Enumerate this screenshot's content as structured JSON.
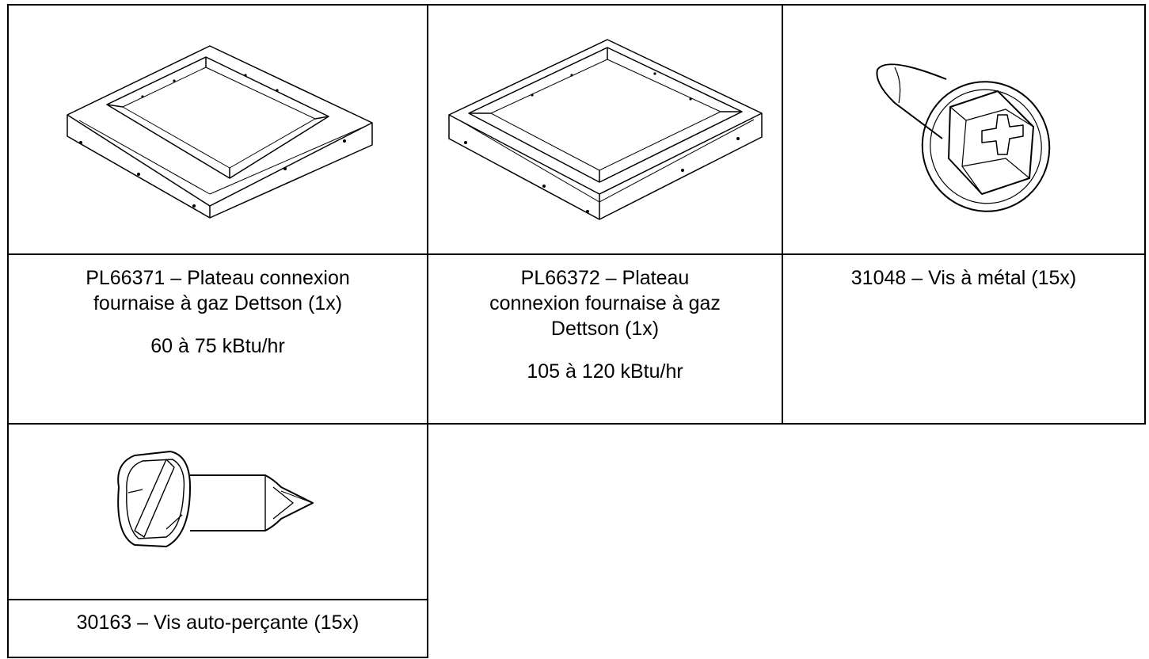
{
  "parts": [
    {
      "icon": "furnace-tray-small",
      "name_lines": [
        "PL66371 – Plateau connexion",
        "fournaise à gaz Dettson (1x)"
      ],
      "capacity": "60 à 75 kBtu/hr"
    },
    {
      "icon": "furnace-tray-large",
      "name_lines": [
        "PL66372 – Plateau",
        "connexion fournaise à gaz",
        "Dettson (1x)"
      ],
      "capacity": "105 à 120 kBtu/hr"
    },
    {
      "icon": "metal-screw",
      "name_lines": [
        "31048 – Vis à métal (15x)"
      ],
      "capacity": ""
    },
    {
      "icon": "self-drilling-screw",
      "name_lines": [
        "30163 – Vis auto-perçante (15x)"
      ],
      "capacity": ""
    }
  ]
}
